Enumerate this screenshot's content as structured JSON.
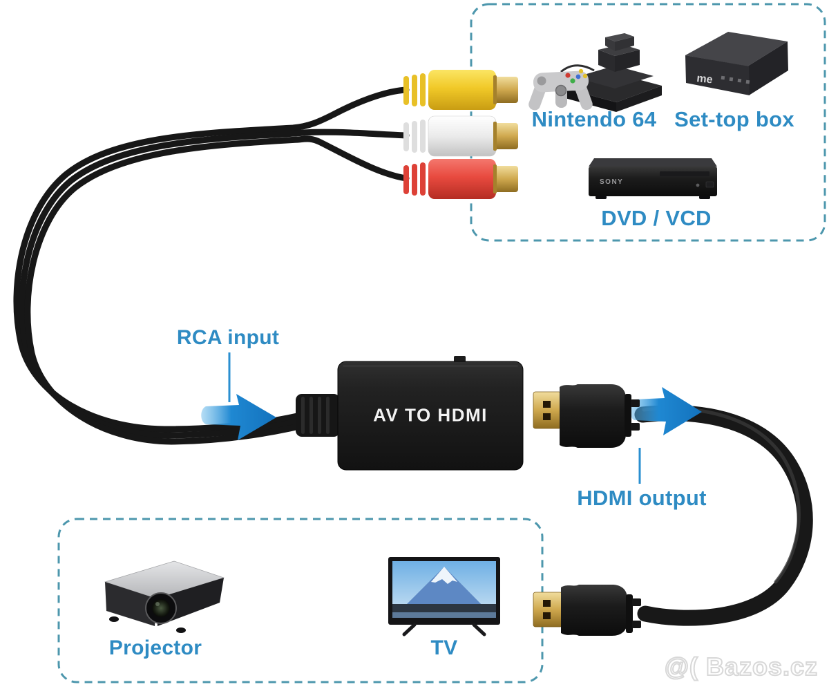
{
  "labels": {
    "nintendo": "Nintendo 64",
    "settop": "Set-top box",
    "dvd": "DVD / VCD",
    "rca_input": "RCA input",
    "hdmi_output": "HDMI output",
    "projector": "Projector",
    "tv": "TV"
  },
  "converter": {
    "label": "AV TO HDMI"
  },
  "devices": {
    "dvd_brand": "SONY",
    "settop_brand": "me"
  },
  "watermark": {
    "text": "@( Bazos.cz"
  },
  "connectors": {
    "rca": [
      "yellow-video",
      "white-audio-left",
      "red-audio-right"
    ],
    "output": "hdmi-male"
  },
  "colors": {
    "label_blue": "#2e8bc3",
    "dashed_border": "#4d97ad",
    "arrow_blue": "#1f88d2",
    "rca_yellow": "#f3cd2e",
    "rca_white": "#ececec",
    "rca_red": "#e94a3f",
    "connector_gold": "#cfa84e",
    "device_black": "#1a1a1a"
  }
}
